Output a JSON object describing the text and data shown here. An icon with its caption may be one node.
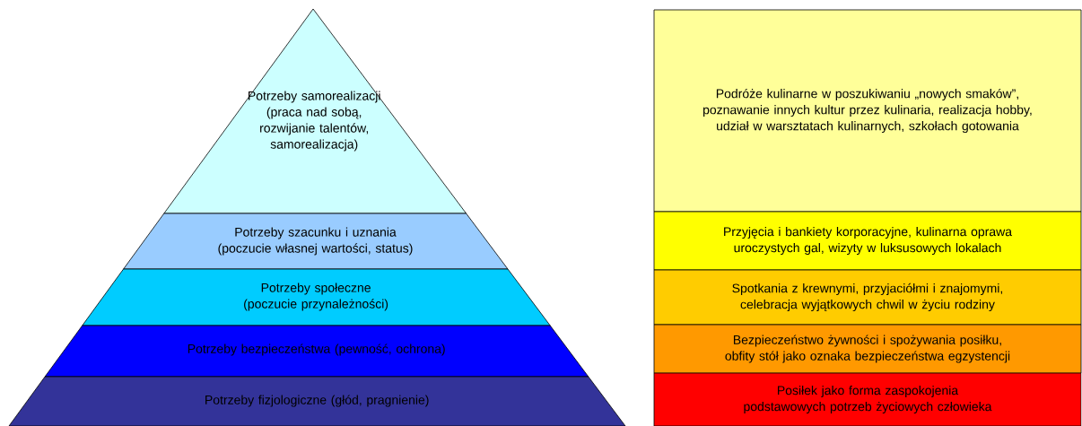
{
  "diagram": {
    "nodes": [
      {
        "text": [
          "Potrzeby samorealizacji",
          "(praca nad sobą, rozwijanie talentów, samorealizacja)"
        ]
      },
      {
        "text": [
          "Potrzeby szacunku i uznania",
          "(poczucie własnej wartości, status)"
        ]
      },
      {
        "text": [
          "Potrzeby społeczne",
          "(poczucie przynależności)"
        ]
      },
      {
        "text": [
          "Potrzeby bezpieczeństwa (pewność, ochrona)"
        ]
      },
      {
        "text": [
          "Potrzeby fizjologiczne (głód, pragnienie)"
        ]
      },
      {
        "text": [
          "Podróże kulinarne w poszukiwaniu „nowych smaków”, poznawanie innych kultur przez kulinaria, realizacja hobby, udział w warsztatach kulinarnych, szkołach gotowania"
        ]
      },
      {
        "text": [
          "Przyjęcia i bankiety korporacyjne, kulinarna oprawa uroczystych gal, wizyty w luksusowych lokalach"
        ]
      },
      {
        "text": [
          "Spotkania z krewnymi, przyjaciółmi i znajomymi, celebracja wyjątkowych chwil w życiu rodziny"
        ]
      },
      {
        "text": [
          "Bezpieczeństwo żywności i spożywania posiłku, obfity stół jako oznaka bezpieczeństwa egzystencji"
        ]
      },
      {
        "text": [
          "Posiłek jako forma zaspokojenia podstawowych potrzeb życiowych człowieka"
        ]
      }
    ]
  }
}
